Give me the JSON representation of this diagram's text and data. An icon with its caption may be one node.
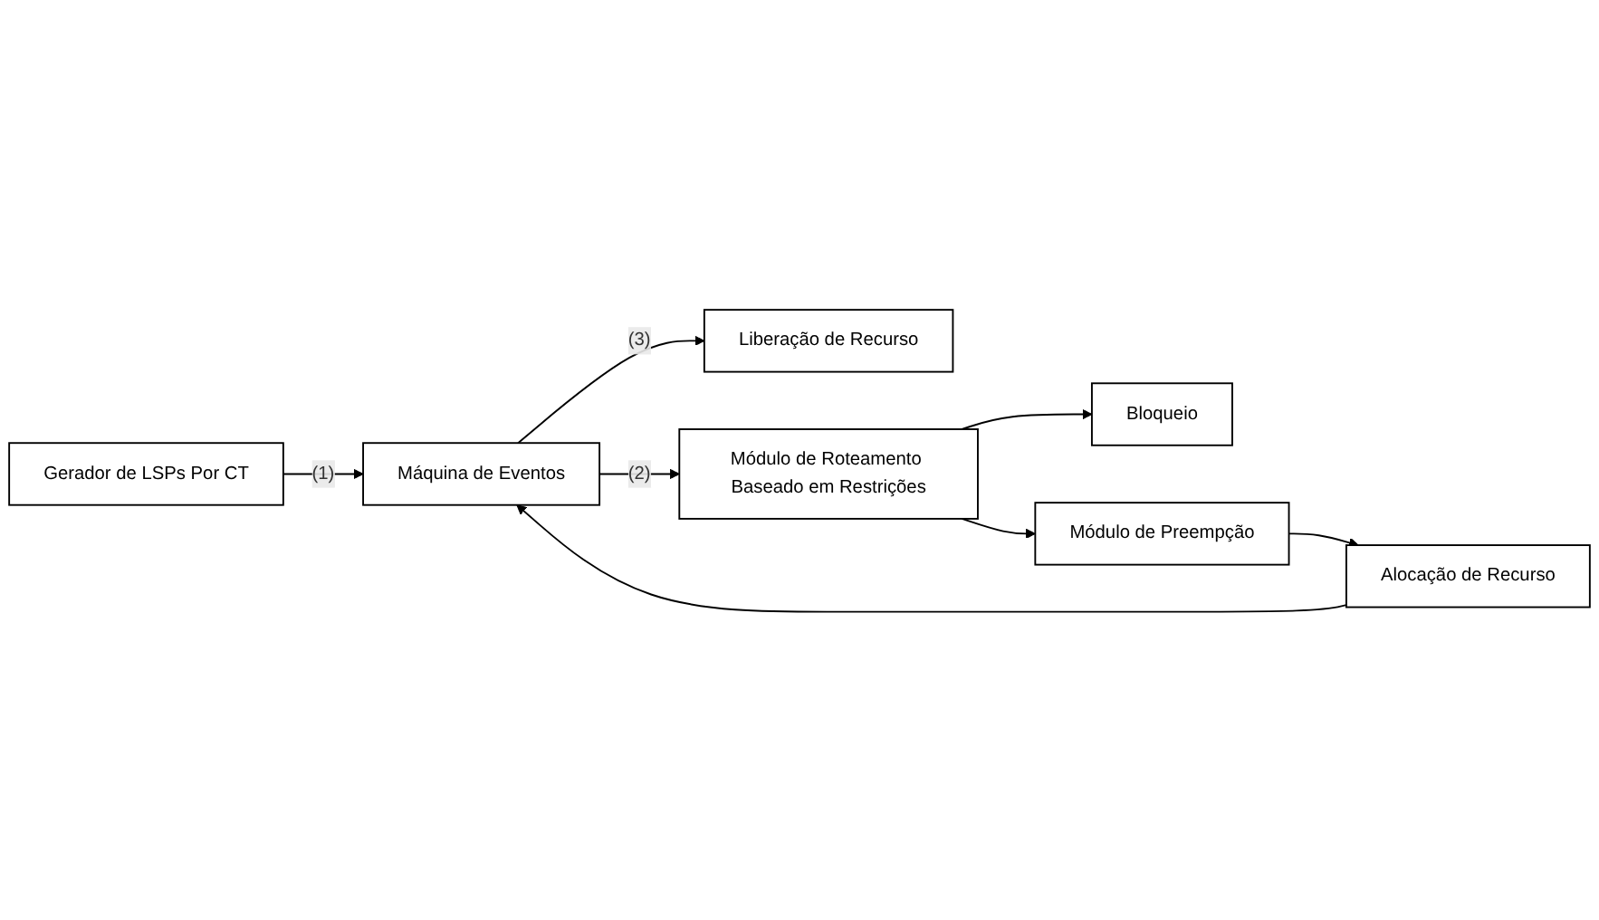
{
  "diagram": {
    "nodes": [
      {
        "text": [
          "Liberação de Recurso"
        ]
      },
      {
        "text": [
          "Bloqueio"
        ]
      },
      {
        "text": [
          "Máquina de Eventos"
        ]
      },
      {
        "text": [
          "Módulo de Roteamento Baseado em Restrições"
        ]
      },
      {
        "text": [
          "Módulo de Preempção"
        ]
      },
      {
        "text": [
          "Gerador de LSPs Por CT"
        ]
      },
      {
        "text": [
          "Alocação de Recurso"
        ]
      }
    ],
    "edges": [
      {
        "from": 2,
        "to": 0,
        "arrow": "to",
        "label": "(3)"
      },
      {
        "from": 2,
        "to": 3,
        "arrow": "to",
        "label": "(2)"
      },
      {
        "from": 3,
        "to": 1,
        "arrow": "to"
      },
      {
        "from": 3,
        "to": 4,
        "arrow": "to"
      },
      {
        "from": 5,
        "to": 2,
        "arrow": "to",
        "label": "(1)"
      },
      {
        "from": 4,
        "to": 6,
        "arrow": "to"
      },
      {
        "from": 6,
        "to": 2,
        "arrow": "to"
      }
    ]
  }
}
